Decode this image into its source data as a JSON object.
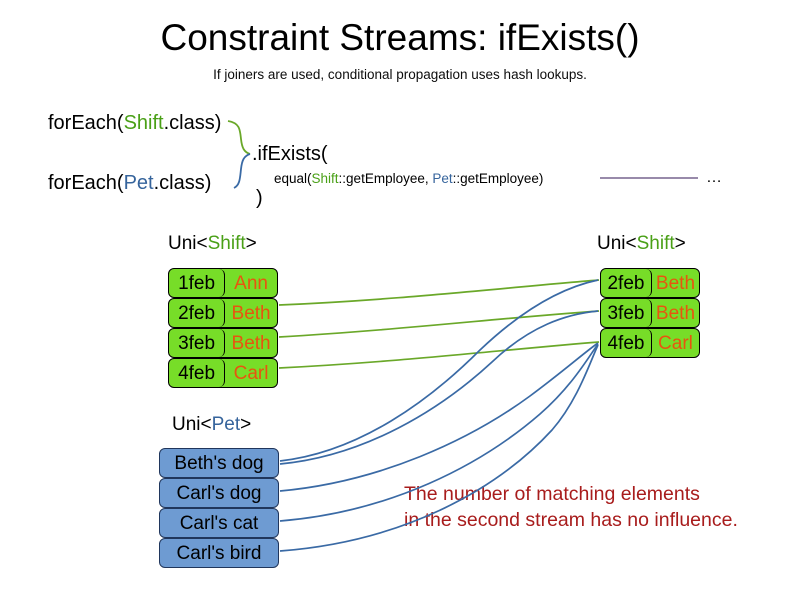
{
  "header": {
    "title": "Constraint Streams: ifExists()",
    "subtitle": "If joiners are used, conditional propagation uses hash lookups."
  },
  "code": {
    "foreach_shift": {
      "prefix": "forEach(",
      "type": "Shift",
      "suffix": ".class)"
    },
    "foreach_pet": {
      "prefix": "forEach(",
      "type": "Pet",
      "suffix": ".class)"
    },
    "if_exists": ".ifExists(",
    "close_paren": ")",
    "joiner": {
      "prefix": "equal(",
      "left_type": "Shift",
      "left_method": "::getEmployee, ",
      "right_type": "Pet",
      "right_method": "::getEmployee)"
    },
    "ellipsis": "…"
  },
  "streams": {
    "left_shift": {
      "label_prefix": "Uni<",
      "label_type": "Shift",
      "label_suffix": ">",
      "tuples": [
        {
          "date": "1feb",
          "employee": "Ann"
        },
        {
          "date": "2feb",
          "employee": "Beth"
        },
        {
          "date": "3feb",
          "employee": "Beth"
        },
        {
          "date": "4feb",
          "employee": "Carl"
        }
      ]
    },
    "right_shift": {
      "label_prefix": "Uni<",
      "label_type": "Shift",
      "label_suffix": ">",
      "tuples": [
        {
          "date": "2feb",
          "employee": "Beth"
        },
        {
          "date": "3feb",
          "employee": "Beth"
        },
        {
          "date": "4feb",
          "employee": "Carl"
        }
      ]
    },
    "pets": {
      "label_prefix": "Uni<",
      "label_type": "Pet",
      "label_suffix": ">",
      "items": [
        {
          "name": "Beth's dog"
        },
        {
          "name": "Carl's dog"
        },
        {
          "name": "Carl's cat"
        },
        {
          "name": "Carl's bird"
        }
      ]
    }
  },
  "note": {
    "line1": "The number of matching elements",
    "line2": "in the second stream has no influence."
  },
  "colors": {
    "shift_green": "#4aa017",
    "pet_blue": "#36649c",
    "tuple_fill_green": "#77dd28",
    "tuple_text_orange": "#e8550f",
    "pet_fill_blue": "#6e9bd2",
    "pet_border": "#20365c",
    "note_red": "#a81c1c",
    "connector_green": "#6aa829",
    "connector_blue": "#3a6aa5",
    "joiner_line_purple": "#8a7a9e"
  }
}
